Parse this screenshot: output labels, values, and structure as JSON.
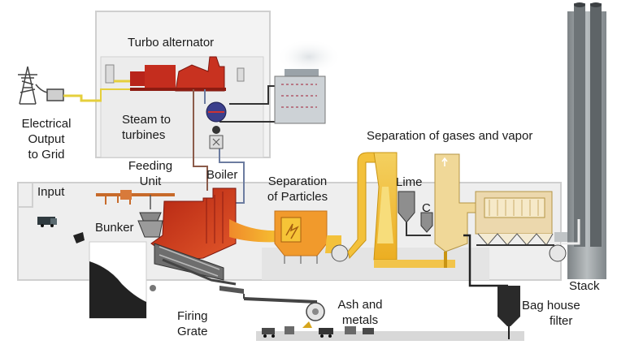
{
  "labels": {
    "turbo_alternator": "Turbo alternator",
    "electrical_output": [
      "Electrical",
      "Output",
      "to Grid"
    ],
    "steam_to_turbines": [
      "Steam to",
      "turbines"
    ],
    "feeding_unit": [
      "Feeding",
      "Unit"
    ],
    "boiler": "Boiler",
    "input": "Input",
    "bunker": "Bunker",
    "separation_particles": [
      "Separation",
      "of Particles"
    ],
    "separation_gases": "Separation of gases and vapor",
    "lime": "Lime",
    "c": "C",
    "stack": "Stack",
    "bag_house_filter": [
      "Bag house",
      "filter"
    ],
    "ash_and_metals": [
      "Ash and",
      "metals"
    ],
    "firing_grate": [
      "Firing",
      "Grate"
    ]
  },
  "colors": {
    "waste_fire": "#c0391b",
    "gas_path": "#f2b71f",
    "steam_line": "#e0c84a",
    "stack": "#9da3a6",
    "building": "#e9e9e9"
  }
}
